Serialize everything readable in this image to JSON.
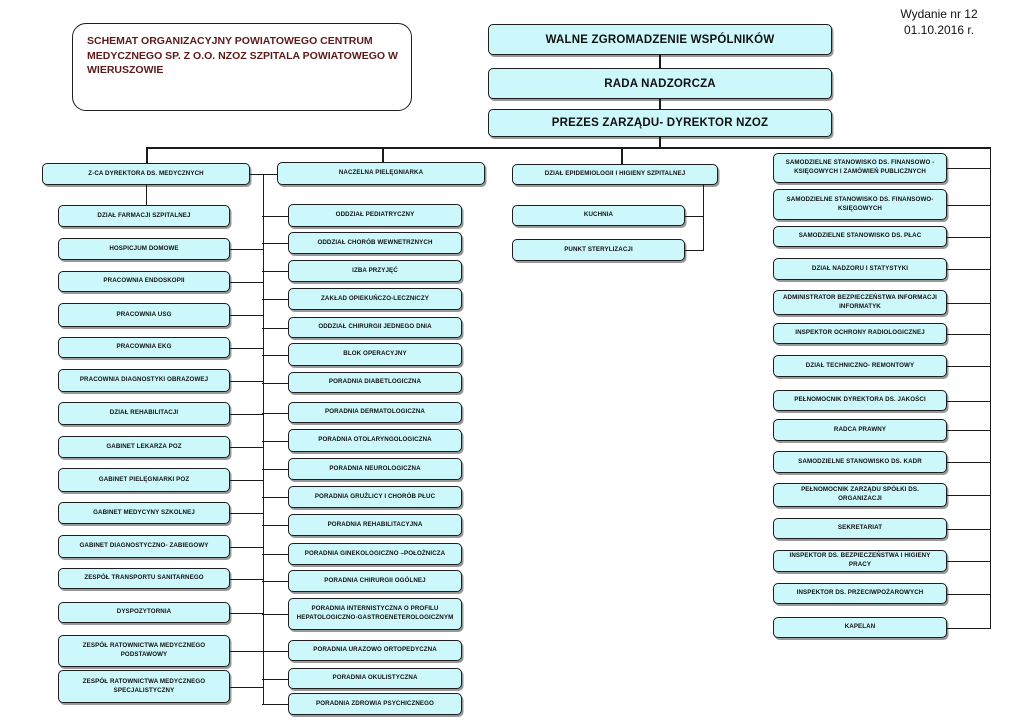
{
  "edition": {
    "line1": "Wydanie nr 12",
    "line2": "01.10.2016 r."
  },
  "title_box": {
    "text": "SCHEMAT ORGANIZACYJNY POWIATOWEGO CENTRUM MEDYCZNEGO SP. Z O.O. NZOZ SZPITALA POWIATOWEGO W WIERUSZOWIE"
  },
  "hierarchy": {
    "top": [
      "WALNE ZGROMADZENIE WSPÓLNIKÓW",
      "RADA NADZORCZA",
      "PREZES ZARZĄDU- DYREKTOR NZOZ"
    ]
  },
  "columns": [
    {
      "header": "Z-CA DYREKTORA DS. MEDYCZNYCH",
      "items": [
        "DZIAŁ FARMACJI SZPITALNEJ",
        "HOSPICJUM DOMOWE",
        "PRACOWNIA ENDOSKOPII",
        "PRACOWNIA USG",
        "PRACOWNIA EKG",
        "PRACOWNIA DIAGNOSTYKI OBRAZOWEJ",
        "DZIAŁ REHABILITACJI",
        "GABINET LEKARZA POZ",
        "GABINET PIELĘGNIARKI POZ",
        "GABINET MEDYCYNY SZKOLNEJ",
        "GABINET DIAGNOSTYCZNO- ZABIEGOWY",
        "ZESPÓŁ TRANSPORTU SANITARNEGO",
        "DYSPOZYTORNIA",
        "ZESPÓŁ RATOWNICTWA MEDYCZNEGO PODSTAWOWY",
        "ZESPÓŁ RATOWNICTWA MEDYCZNEGO SPECJALISTYCZNY"
      ]
    },
    {
      "header": "NACZELNA PIELĘGNIARKA",
      "items": [
        "ODDZIAŁ PEDIATRYCZNY",
        "ODDZIAŁ CHORÓB WEWNETRZNYCH",
        "IZBA PRZYJĘĆ",
        "ZAKŁAD OPIEKUŃCZO-LECZNICZY",
        "ODDZIAŁ CHIRURGII JEDNEGO DNIA",
        "BLOK OPERACYJNY",
        "PORADNIA DIABETLOGICZNA",
        "PORADNIA DERMATOLOGICZNA",
        "PORADNIA OTOLARYNGOLOGICZNA",
        "PORADNIA NEUROLOGICZNA",
        "PORADNIA GRUŹLICY I CHORÓB PŁUC",
        "PORADNIA REHABILITACYJNA",
        "PORADNIA GINEKOLOGICZNO –POŁOŻNICZA",
        "PORADNIA CHIRURGII OGÓLNEJ",
        "PORADNIA INTERNISTYCZNA O PROFILU HEPATOLOGICZNO-GASTROENETEROLOGICZNYM",
        "PORADNIA URAZOWO ORTOPEDYCZNA",
        "PORADNIA OKULISTYCZNA",
        "PORADNIA ZDROWIA PSYCHICZNEGO"
      ]
    },
    {
      "header": "DZIAŁ EPIDEMIOLOGII I HIGIENY SZPITALNEJ",
      "items": [
        "KUCHNIA",
        "PUNKT STERYLIZACJI"
      ]
    },
    {
      "header": null,
      "items": [
        "SAMODZIELNE STANOWISKO DS. FINANSOWO - KSIĘGOWYCH I ZAMÓWIEŃ PUBLICZNYCH",
        "SAMODZIELNE STANOWISKO DS. FINANSOWO- KSIĘGOWYCH",
        "SAMODZIELNE STANOWISKO DS. PŁAC",
        "DZIAŁ NADZORU I STATYSTYKI",
        "ADMINISTRATOR BEZPIECZEŃSTWA INFORMACJI INFORMATYK",
        "INSPEKTOR OCHRONY RADIOLOGICZNEJ",
        "DZIAŁ TECHNICZNO- REMONTOWY",
        "PEŁNOMOCNIK DYREKTORA DS. JAKOŚCI",
        "RADCA PRAWNY",
        "SAMODZIELNE STANOWISKO DS. KADR",
        "PEŁNOMOCNIK ZARZĄDU SPÓŁKI DS. ORGANIZACJI",
        "SEKRETARIAT",
        "INSPEKTOR DS. BEZPIECZEŃSTWA I HIGIENY PRACY",
        "INSPEKTOR DS. PRZECIWPOŻAROWYCH",
        "KAPELAN"
      ]
    }
  ],
  "colors": {
    "box_fill": "#ccf7fb",
    "box_border": "#1f1f1f",
    "line": "#1b1b1b",
    "title_text": "#5c1b1b"
  }
}
